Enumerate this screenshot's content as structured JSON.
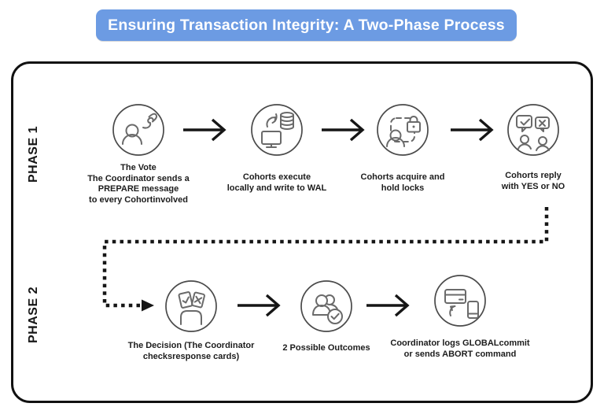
{
  "title_banner": {
    "text": "Ensuring Transaction Integrity: A Two-Phase Process"
  },
  "colors": {
    "banner_bg": "#6C9BE3",
    "banner_text": "#FFFFFF",
    "frame_border": "#111111",
    "arrow": "#161616",
    "caption_text": "#1C1C1C",
    "icon_stroke": "#6A6A6A"
  },
  "phase1": {
    "label": "PHASE 1",
    "steps": [
      {
        "icon": "voter-hand-icon",
        "caption": "The Vote\nThe Coordinator sends a\nPREPARE message\nto every Cohortinvolved"
      },
      {
        "icon": "computer-database-sync-icon",
        "caption": "Cohorts execute\nlocally and write to WAL"
      },
      {
        "icon": "person-lock-icon",
        "caption": "Cohorts acquire and\nhold locks"
      },
      {
        "icon": "yes-no-speech-bubbles-icon",
        "caption": "Cohorts reply\nwith YES or NO"
      }
    ]
  },
  "phase2": {
    "label": "PHASE 2",
    "steps": [
      {
        "icon": "ballot-cards-icon",
        "caption": "The Decision (The Coordinator\nchecksresponse cards)"
      },
      {
        "icon": "group-check-icon",
        "caption": "2 Possible Outcomes"
      },
      {
        "icon": "card-phone-sync-icon",
        "caption": "Coordinator logs GLOBALcommit\nor sends ABORT command"
      }
    ]
  }
}
